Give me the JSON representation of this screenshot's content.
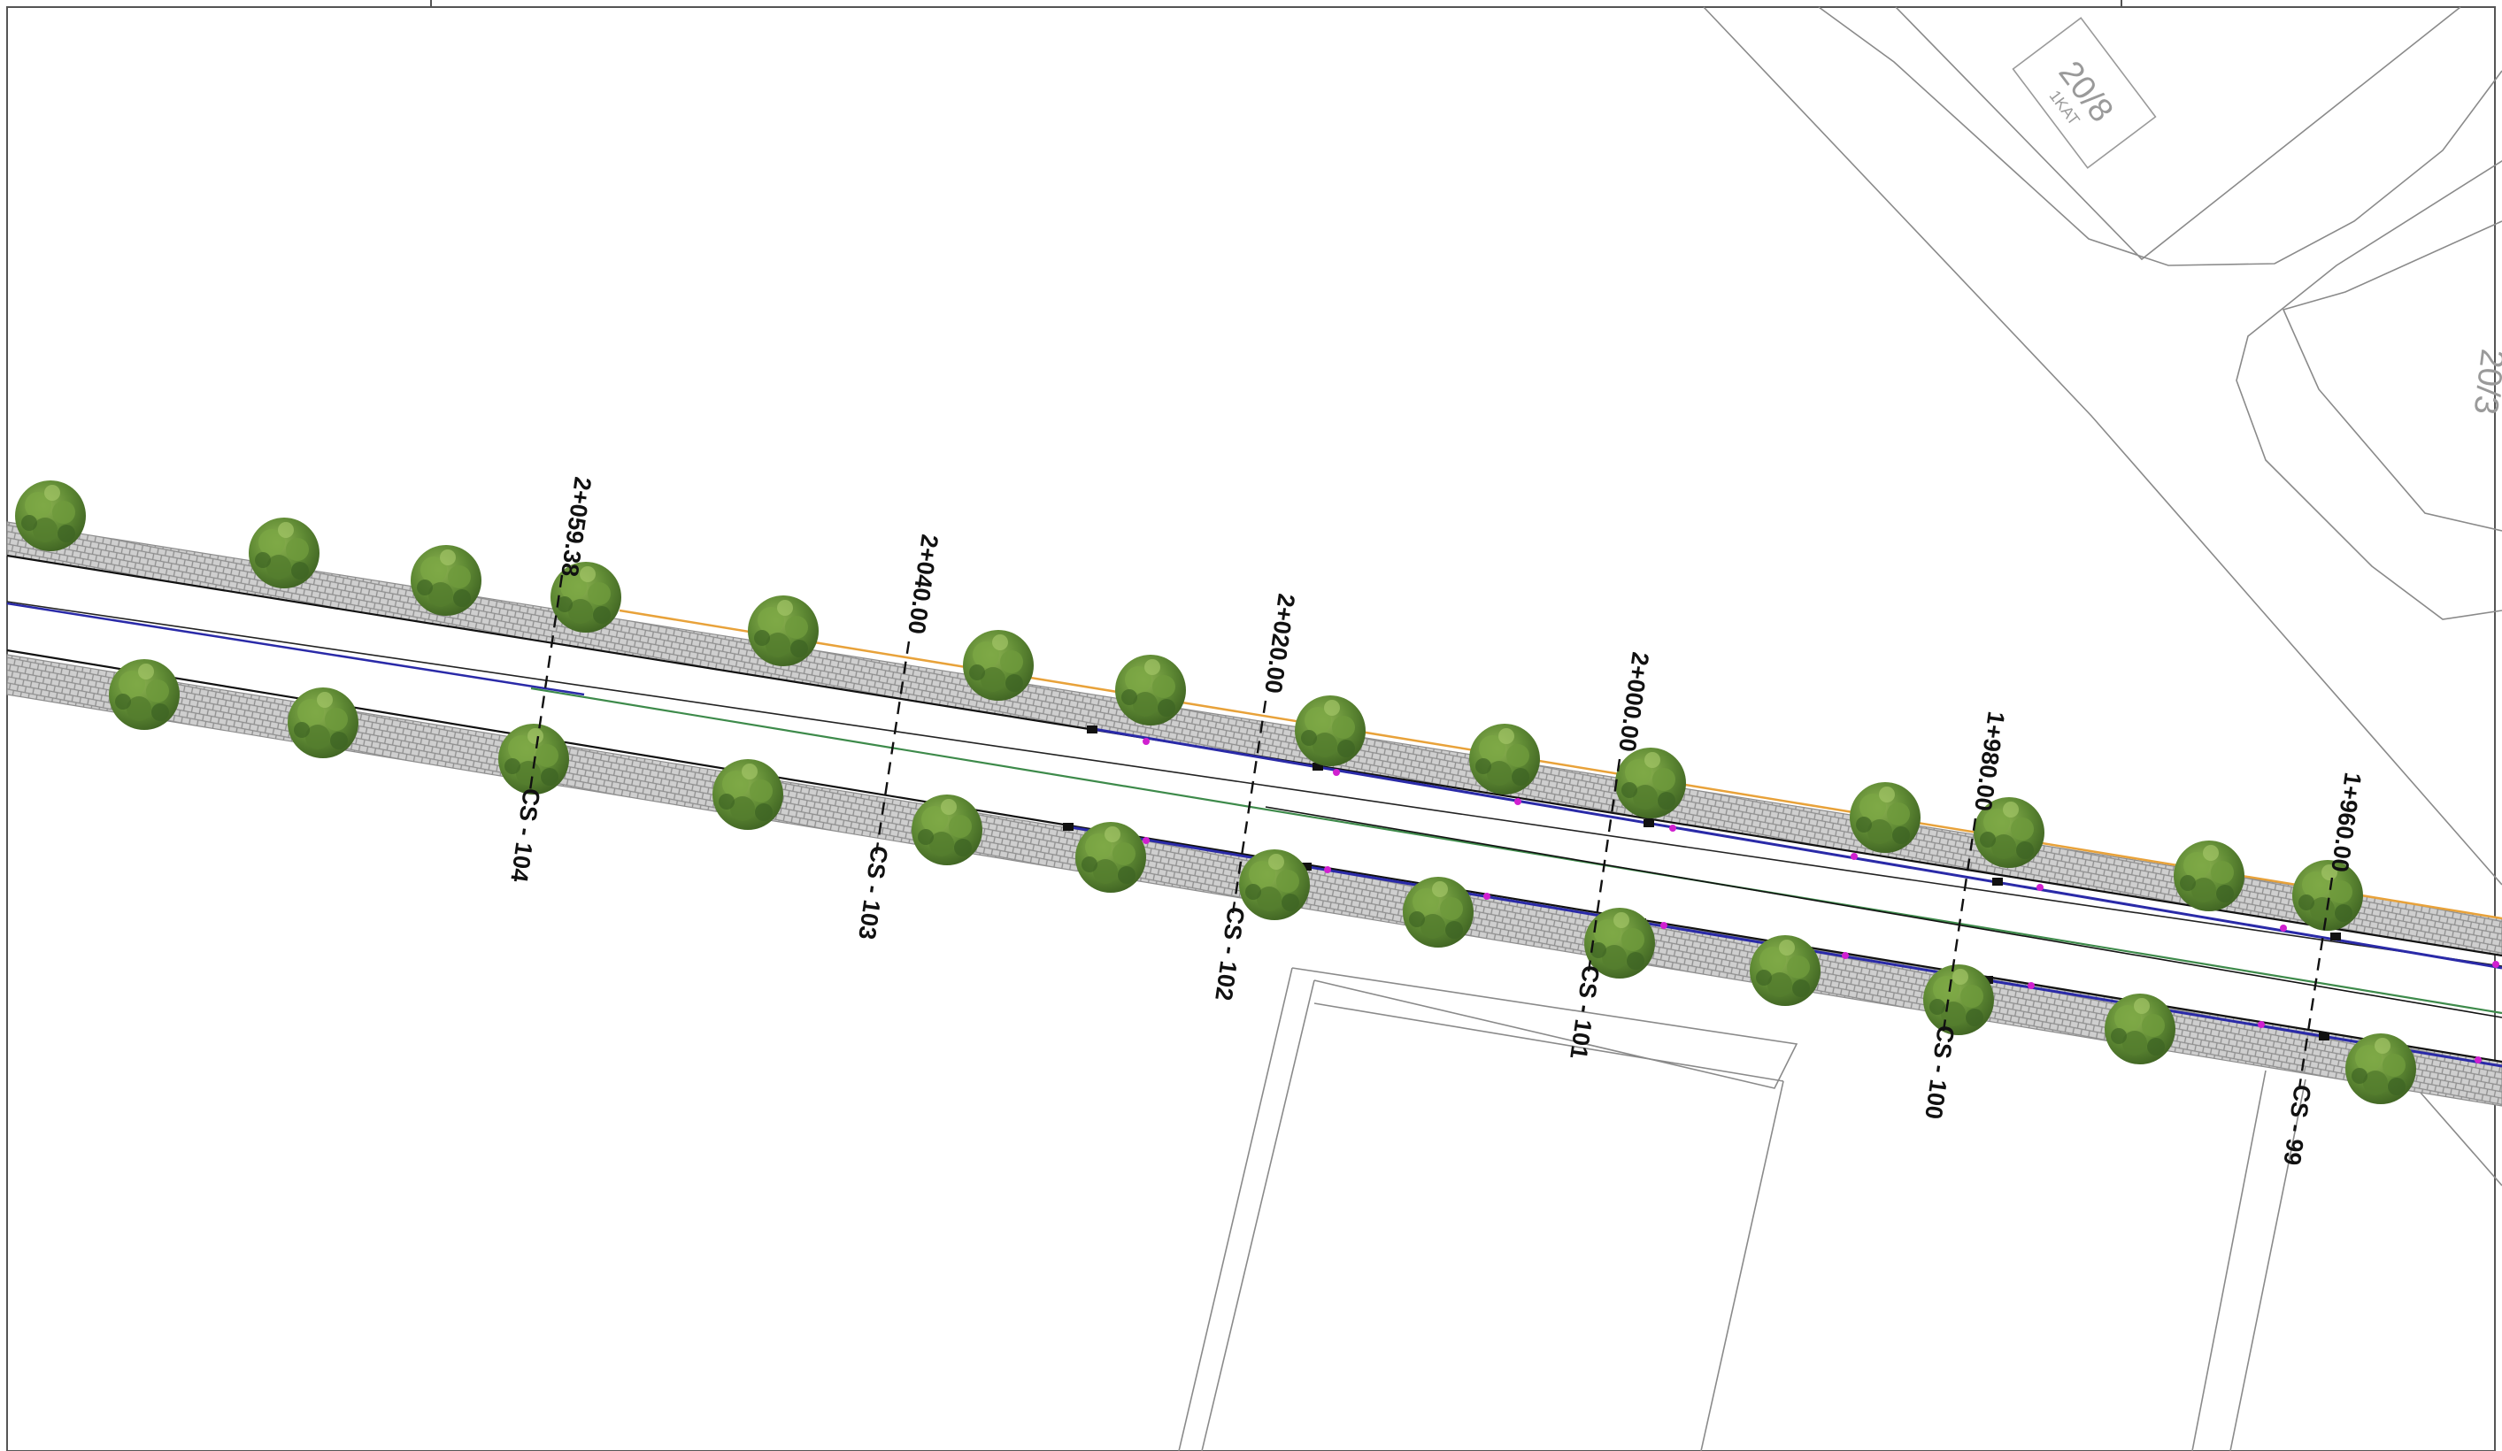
{
  "drawing": {
    "parcels": [
      {
        "number": "20/8",
        "sub": "1KAT"
      },
      {
        "number": "20/3"
      }
    ],
    "stations": [
      {
        "chainage": "2+059.38",
        "section": "CS - 104"
      },
      {
        "chainage": "2+040.00",
        "section": "CS - 103"
      },
      {
        "chainage": "2+020.00",
        "section": "CS - 102"
      },
      {
        "chainage": "2+000.00",
        "section": "CS - 101"
      },
      {
        "chainage": "1+980.00",
        "section": "CS - 100"
      },
      {
        "chainage": "1+960.00",
        "section": "CS - 99"
      }
    ],
    "colors": {
      "paving": "#c8c8c8",
      "tree": "#5f8a34",
      "alignment_blue": "#2a2aa8",
      "alignment_green": "#3d8a4a",
      "edge_orange": "#e8a23a",
      "marker_magenta": "#d020d0"
    }
  }
}
